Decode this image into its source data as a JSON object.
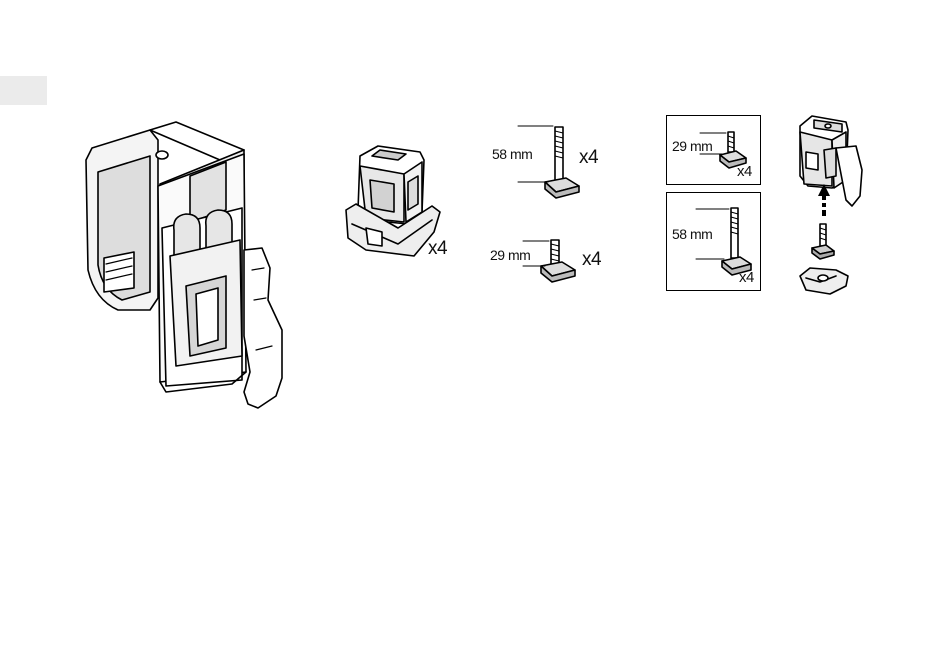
{
  "labels": {
    "long_bolt_length": "58 mm",
    "long_bolt_qty": "x4",
    "short_bolt_length": "29 mm",
    "short_bolt_qty": "x4",
    "adapter_qty": "x4",
    "box_short_length": "29 mm",
    "box_short_qty": "x4",
    "box_long_length": "58 mm",
    "box_long_qty": "x4"
  }
}
